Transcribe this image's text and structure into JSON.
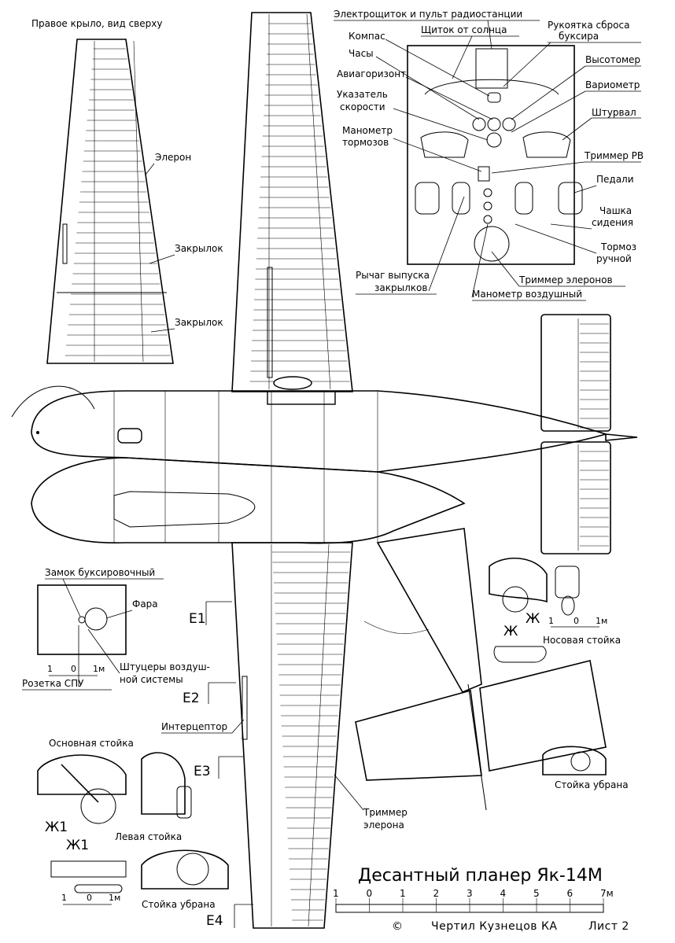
{
  "title": "Десантный планер Як-14М",
  "footer": {
    "copyright": "©",
    "author": "Чертил Кузнецов КА",
    "sheet": "Лист 2"
  },
  "wing_view": {
    "title": "Правое крыло, вид сверху",
    "aileron": "Элерон",
    "flap_1": "Закрылок",
    "flap_2": "Закрылок"
  },
  "cockpit": {
    "radio_panel": "Электрощиток и пульт радиостанции",
    "sun_shield": "Щиток от солнца",
    "tow_release_1": "Рукоятка сброса",
    "tow_release_2": "буксира",
    "compass": "Компас",
    "clock": "Часы",
    "altimeter": "Высотомер",
    "horizon": "Авиагоризонт",
    "variometer": "Вариометр",
    "airspeed_1": "Указатель",
    "airspeed_2": "скорости",
    "yoke": "Штурвал",
    "brake_gauge_1": "Манометр",
    "brake_gauge_2": "тормозов",
    "elevator_trim": "Триммер РВ",
    "pedals": "Педали",
    "seat_1": "Чашка",
    "seat_2": "сидения",
    "hand_brake_1": "Тормоз",
    "hand_brake_2": "ручной",
    "flap_lever_1": "Рычаг выпуска",
    "flap_lever_2": "закрылков",
    "aileron_trim": "Триммер элеронов",
    "air_gauge": "Манометр воздушный"
  },
  "nose_detail": {
    "tow_lock": "Замок буксировочный",
    "headlight": "Фара",
    "air_fittings_1": "Штуцеры воздуш-",
    "air_fittings_2": "ной системы",
    "intercom_socket": "Розетка СПУ",
    "scale_0": "1",
    "scale_1": "0",
    "scale_2": "1м"
  },
  "sections": {
    "e1": "E1",
    "e2": "E2",
    "e3": "E3",
    "e4": "E4",
    "zh": "Ж",
    "zh1_a": "Ж1",
    "zh1_b": "Ж1"
  },
  "main_wing": {
    "spoiler": "Интерцептор",
    "aileron_trim_1": "Триммер",
    "aileron_trim_2": "элерона"
  },
  "gear": {
    "main_leg": "Основная стойка",
    "left_leg": "Левая стойка",
    "retracted_1": "Стойка убрана",
    "retracted_2": "Стойка убрана",
    "nose_leg": "Носовая стойка",
    "scale_a": [
      "1",
      "0",
      "1м"
    ],
    "scale_b": [
      "1",
      "0",
      "1м"
    ]
  },
  "main_scale": {
    "ticks": [
      "1",
      "0",
      "1",
      "2",
      "3",
      "4",
      "5",
      "6",
      "7м"
    ]
  }
}
